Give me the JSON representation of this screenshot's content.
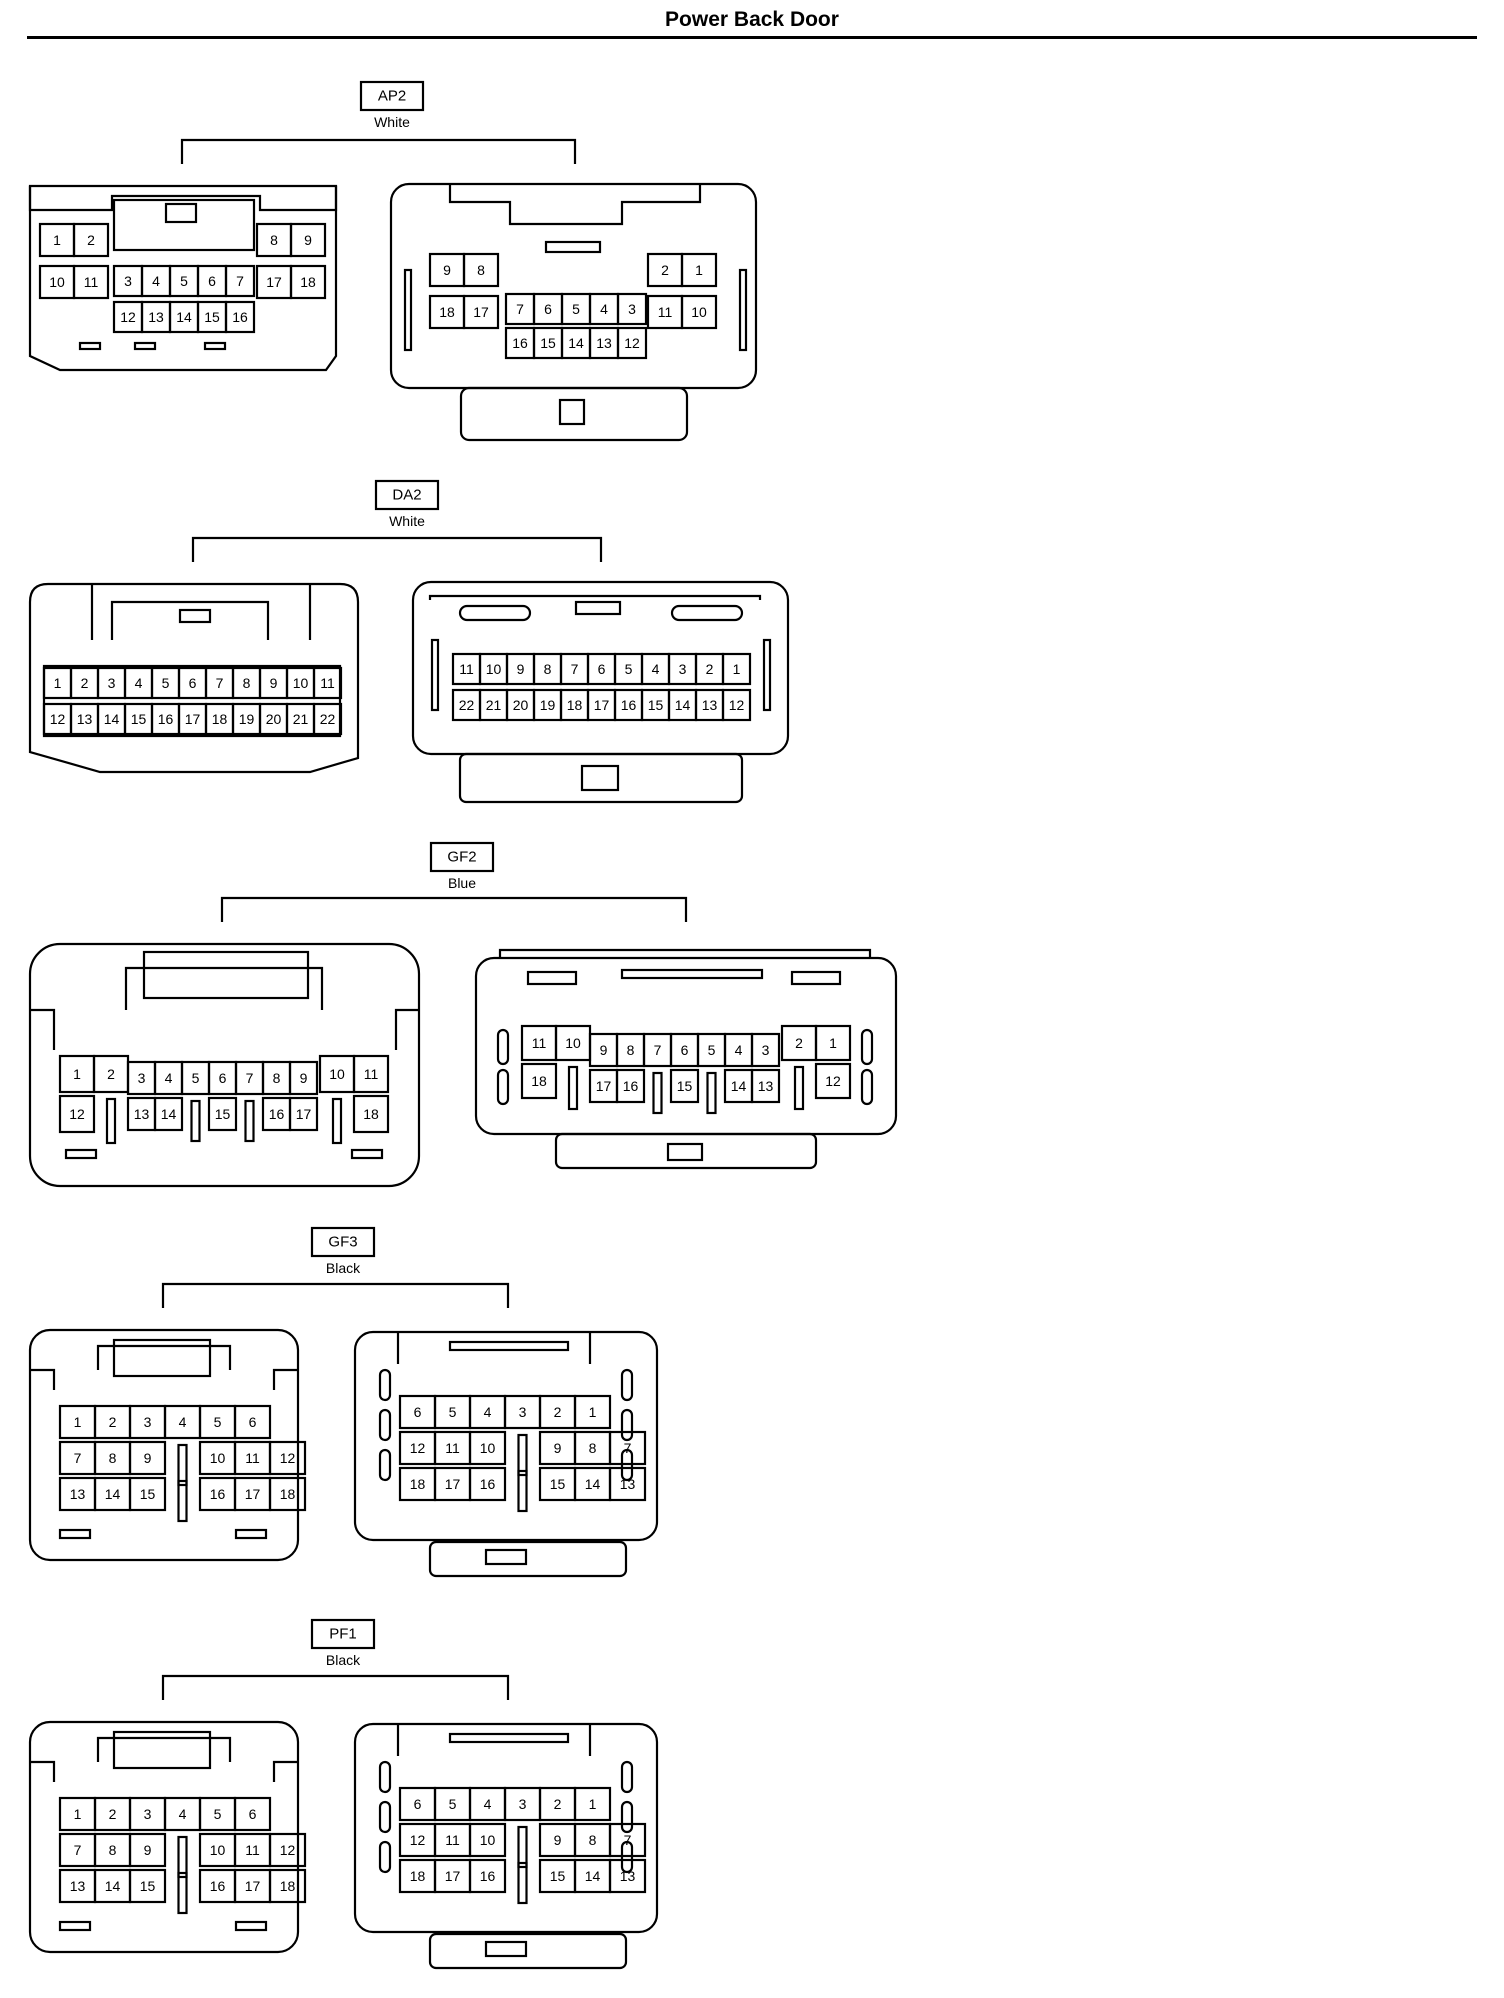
{
  "page": {
    "title": "Power Back Door"
  },
  "connectors": [
    {
      "code": "AP2",
      "color": "White",
      "left": [
        [
          "1",
          "2"
        ],
        [
          "10",
          "11"
        ],
        [
          "3",
          "4",
          "5",
          "6",
          "7"
        ],
        [
          "12",
          "13",
          "14",
          "15",
          "16"
        ],
        [
          "8",
          "9"
        ],
        [
          "17",
          "18"
        ]
      ],
      "right": [
        [
          "9",
          "8"
        ],
        [
          "18",
          "17"
        ],
        [
          "7",
          "6",
          "5",
          "4",
          "3"
        ],
        [
          "16",
          "15",
          "14",
          "13",
          "12"
        ],
        [
          "2",
          "1"
        ],
        [
          "11",
          "10"
        ]
      ]
    },
    {
      "code": "DA2",
      "color": "White",
      "left": [
        [
          "1",
          "2",
          "3",
          "4",
          "5",
          "6",
          "7",
          "8",
          "9",
          "10",
          "11"
        ],
        [
          "12",
          "13",
          "14",
          "15",
          "16",
          "17",
          "18",
          "19",
          "20",
          "21",
          "22"
        ]
      ],
      "right": [
        [
          "11",
          "10",
          "9",
          "8",
          "7",
          "6",
          "5",
          "4",
          "3",
          "2",
          "1"
        ],
        [
          "22",
          "21",
          "20",
          "19",
          "18",
          "17",
          "16",
          "15",
          "14",
          "13",
          "12"
        ]
      ]
    },
    {
      "code": "GF2",
      "color": "Blue",
      "left": [
        [
          "1",
          "2"
        ],
        [
          "12",
          ""
        ],
        [
          "3",
          "4",
          "5",
          "6",
          "7",
          "8",
          "9"
        ],
        [
          "13",
          "14",
          "",
          "15",
          "",
          "16",
          "17"
        ],
        [
          "10",
          "11"
        ],
        [
          "",
          "18"
        ]
      ],
      "right": [
        [
          "11",
          "10"
        ],
        [
          "18",
          ""
        ],
        [
          "9",
          "8",
          "7",
          "6",
          "5",
          "4",
          "3"
        ],
        [
          "17",
          "16",
          "",
          "15",
          "",
          "14",
          "13"
        ],
        [
          "2",
          "1"
        ],
        [
          "",
          "12"
        ]
      ]
    },
    {
      "code": "GF3",
      "color": "Black",
      "left": [
        [
          "1",
          "2",
          "3",
          "4",
          "5",
          "6"
        ],
        [
          "7",
          "8",
          "9",
          "",
          "10",
          "11",
          "12"
        ],
        [
          "13",
          "14",
          "15",
          "",
          "16",
          "17",
          "18"
        ]
      ],
      "right": [
        [
          "6",
          "5",
          "4",
          "3",
          "2",
          "1"
        ],
        [
          "12",
          "11",
          "10",
          "",
          "9",
          "8",
          "7"
        ],
        [
          "18",
          "17",
          "16",
          "",
          "15",
          "14",
          "13"
        ]
      ]
    },
    {
      "code": "PF1",
      "color": "Black",
      "left": [
        [
          "1",
          "2",
          "3",
          "4",
          "5",
          "6"
        ],
        [
          "7",
          "8",
          "9",
          "",
          "10",
          "11",
          "12"
        ],
        [
          "13",
          "14",
          "15",
          "",
          "16",
          "17",
          "18"
        ]
      ],
      "right": [
        [
          "6",
          "5",
          "4",
          "3",
          "2",
          "1"
        ],
        [
          "12",
          "11",
          "10",
          "",
          "9",
          "8",
          "7"
        ],
        [
          "18",
          "17",
          "16",
          "",
          "15",
          "14",
          "13"
        ]
      ]
    }
  ]
}
